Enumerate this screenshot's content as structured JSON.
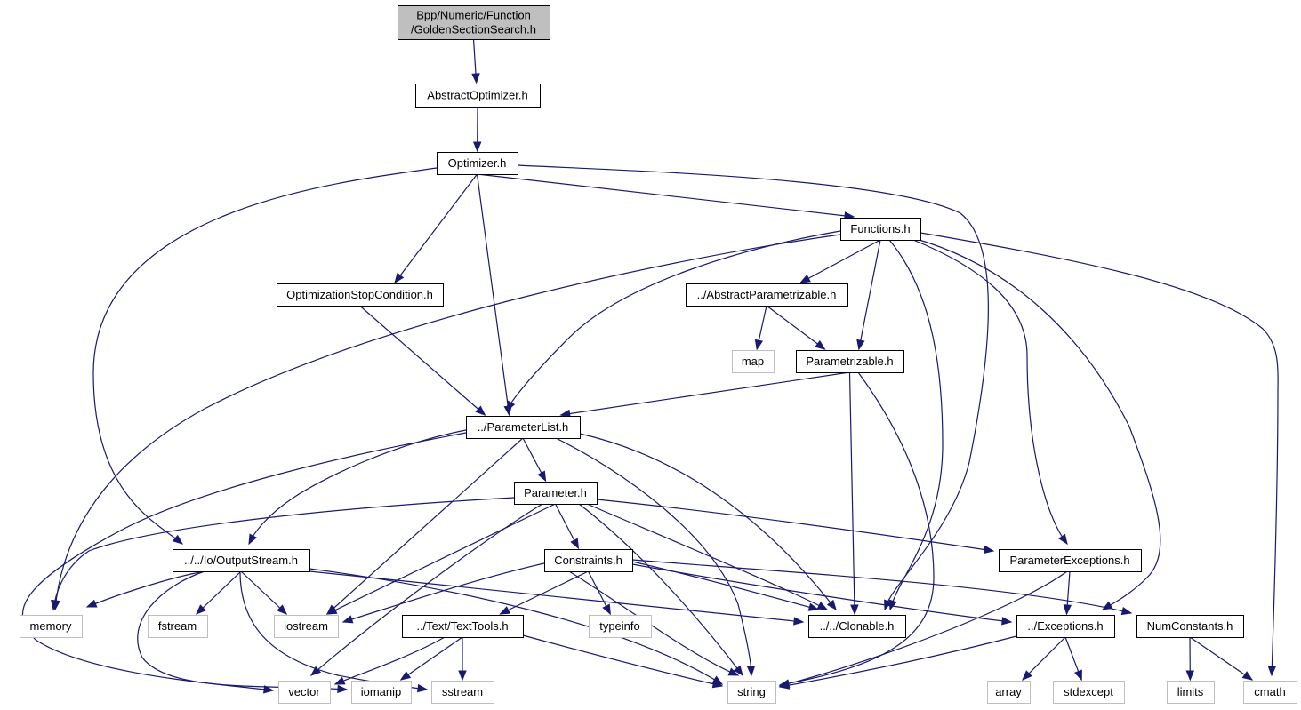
{
  "title": "Include dependency graph for GoldenSectionSearch.h",
  "colors": {
    "edge": "#191970",
    "root_fill": "#bfbfbf",
    "local_border": "#000000",
    "system_border": "#bfbfbf"
  },
  "nodes": [
    {
      "id": "root",
      "label_lines": [
        "Bpp/Numeric/Function",
        "/GoldenSectionSearch.h"
      ],
      "kind": "root"
    },
    {
      "id": "abstract_optimizer",
      "label_lines": [
        "AbstractOptimizer.h"
      ],
      "kind": "local"
    },
    {
      "id": "optimizer",
      "label_lines": [
        "Optimizer.h"
      ],
      "kind": "local"
    },
    {
      "id": "functions",
      "label_lines": [
        "Functions.h"
      ],
      "kind": "local"
    },
    {
      "id": "opt_stop",
      "label_lines": [
        "OptimizationStopCondition.h"
      ],
      "kind": "local"
    },
    {
      "id": "abs_param",
      "label_lines": [
        "../AbstractParametrizable.h"
      ],
      "kind": "local"
    },
    {
      "id": "map",
      "label_lines": [
        "map"
      ],
      "kind": "system"
    },
    {
      "id": "parametrizable",
      "label_lines": [
        "Parametrizable.h"
      ],
      "kind": "local"
    },
    {
      "id": "param_list",
      "label_lines": [
        "../ParameterList.h"
      ],
      "kind": "local"
    },
    {
      "id": "parameter",
      "label_lines": [
        "Parameter.h"
      ],
      "kind": "local"
    },
    {
      "id": "output_stream",
      "label_lines": [
        "../../Io/OutputStream.h"
      ],
      "kind": "local"
    },
    {
      "id": "constraints",
      "label_lines": [
        "Constraints.h"
      ],
      "kind": "local"
    },
    {
      "id": "param_exc",
      "label_lines": [
        "ParameterExceptions.h"
      ],
      "kind": "local"
    },
    {
      "id": "memory",
      "label_lines": [
        "memory"
      ],
      "kind": "system"
    },
    {
      "id": "fstream",
      "label_lines": [
        "fstream"
      ],
      "kind": "system"
    },
    {
      "id": "iostream",
      "label_lines": [
        "iostream"
      ],
      "kind": "system"
    },
    {
      "id": "text_tools",
      "label_lines": [
        "../Text/TextTools.h"
      ],
      "kind": "local"
    },
    {
      "id": "typeinfo",
      "label_lines": [
        "typeinfo"
      ],
      "kind": "system"
    },
    {
      "id": "clonable",
      "label_lines": [
        "../../Clonable.h"
      ],
      "kind": "local"
    },
    {
      "id": "exceptions",
      "label_lines": [
        "../Exceptions.h"
      ],
      "kind": "local"
    },
    {
      "id": "num_constants",
      "label_lines": [
        "NumConstants.h"
      ],
      "kind": "local"
    },
    {
      "id": "vector",
      "label_lines": [
        "vector"
      ],
      "kind": "system"
    },
    {
      "id": "iomanip",
      "label_lines": [
        "iomanip"
      ],
      "kind": "system"
    },
    {
      "id": "sstream",
      "label_lines": [
        "sstream"
      ],
      "kind": "system"
    },
    {
      "id": "string",
      "label_lines": [
        "string"
      ],
      "kind": "system"
    },
    {
      "id": "array",
      "label_lines": [
        "array"
      ],
      "kind": "system"
    },
    {
      "id": "stdexcept",
      "label_lines": [
        "stdexcept"
      ],
      "kind": "system"
    },
    {
      "id": "limits",
      "label_lines": [
        "limits"
      ],
      "kind": "system"
    },
    {
      "id": "cmath",
      "label_lines": [
        "cmath"
      ],
      "kind": "system"
    }
  ],
  "edges": [
    {
      "from": "root",
      "to": "abstract_optimizer"
    },
    {
      "from": "abstract_optimizer",
      "to": "optimizer"
    },
    {
      "from": "optimizer",
      "to": "functions"
    },
    {
      "from": "optimizer",
      "to": "opt_stop"
    },
    {
      "from": "optimizer",
      "to": "param_list"
    },
    {
      "from": "optimizer",
      "to": "output_stream"
    },
    {
      "from": "optimizer",
      "to": "clonable"
    },
    {
      "from": "functions",
      "to": "abs_param"
    },
    {
      "from": "functions",
      "to": "parametrizable"
    },
    {
      "from": "functions",
      "to": "param_list"
    },
    {
      "from": "functions",
      "to": "memory"
    },
    {
      "from": "functions",
      "to": "clonable"
    },
    {
      "from": "functions",
      "to": "param_exc"
    },
    {
      "from": "functions",
      "to": "exceptions"
    },
    {
      "from": "functions",
      "to": "cmath"
    },
    {
      "from": "opt_stop",
      "to": "param_list"
    },
    {
      "from": "abs_param",
      "to": "map"
    },
    {
      "from": "abs_param",
      "to": "parametrizable"
    },
    {
      "from": "parametrizable",
      "to": "param_list"
    },
    {
      "from": "parametrizable",
      "to": "clonable"
    },
    {
      "from": "parametrizable",
      "to": "string"
    },
    {
      "from": "param_list",
      "to": "parameter"
    },
    {
      "from": "param_list",
      "to": "output_stream"
    },
    {
      "from": "param_list",
      "to": "vector"
    },
    {
      "from": "param_list",
      "to": "iostream"
    },
    {
      "from": "param_list",
      "to": "string"
    },
    {
      "from": "param_list",
      "to": "clonable"
    },
    {
      "from": "parameter",
      "to": "constraints"
    },
    {
      "from": "parameter",
      "to": "param_exc"
    },
    {
      "from": "parameter",
      "to": "memory"
    },
    {
      "from": "parameter",
      "to": "iostream"
    },
    {
      "from": "parameter",
      "to": "vector"
    },
    {
      "from": "parameter",
      "to": "string"
    },
    {
      "from": "parameter",
      "to": "clonable"
    },
    {
      "from": "output_stream",
      "to": "memory"
    },
    {
      "from": "output_stream",
      "to": "fstream"
    },
    {
      "from": "output_stream",
      "to": "iostream"
    },
    {
      "from": "output_stream",
      "to": "iomanip"
    },
    {
      "from": "output_stream",
      "to": "sstream"
    },
    {
      "from": "output_stream",
      "to": "string"
    },
    {
      "from": "output_stream",
      "to": "clonable"
    },
    {
      "from": "constraints",
      "to": "text_tools"
    },
    {
      "from": "constraints",
      "to": "typeinfo"
    },
    {
      "from": "constraints",
      "to": "iostream"
    },
    {
      "from": "constraints",
      "to": "string"
    },
    {
      "from": "constraints",
      "to": "clonable"
    },
    {
      "from": "constraints",
      "to": "exceptions"
    },
    {
      "from": "constraints",
      "to": "num_constants"
    },
    {
      "from": "param_exc",
      "to": "exceptions"
    },
    {
      "from": "param_exc",
      "to": "string"
    },
    {
      "from": "text_tools",
      "to": "vector"
    },
    {
      "from": "text_tools",
      "to": "iomanip"
    },
    {
      "from": "text_tools",
      "to": "sstream"
    },
    {
      "from": "text_tools",
      "to": "string"
    },
    {
      "from": "exceptions",
      "to": "string"
    },
    {
      "from": "exceptions",
      "to": "array"
    },
    {
      "from": "exceptions",
      "to": "stdexcept"
    },
    {
      "from": "num_constants",
      "to": "limits"
    },
    {
      "from": "num_constants",
      "to": "cmath"
    }
  ]
}
